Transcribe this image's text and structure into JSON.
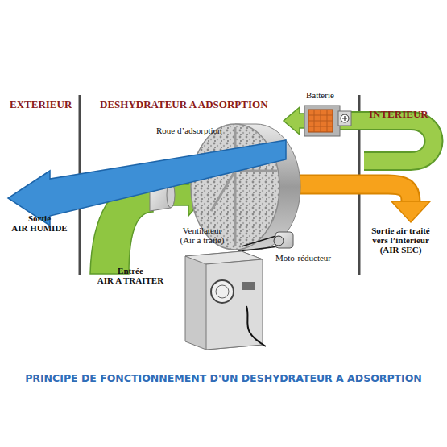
{
  "diagram": {
    "caption": "PRINCIPE DE FONCTIONNEMENT D'UN DESHYDRATEUR A ADSORPTION",
    "labels": [
      "EXTERIEUR",
      "DESHYDRATEUR A ADSORPTION",
      "Batterie",
      "INTERIEUR",
      "Roue d’adsorption",
      "Sortie AIR HUMIDE",
      "Ventilateur (Air à traité)",
      "Entrée AIR A TRAITER",
      "Moto-réducteur",
      "Sortie air traité vers l’intérieur (AIR SEC)"
    ]
  }
}
